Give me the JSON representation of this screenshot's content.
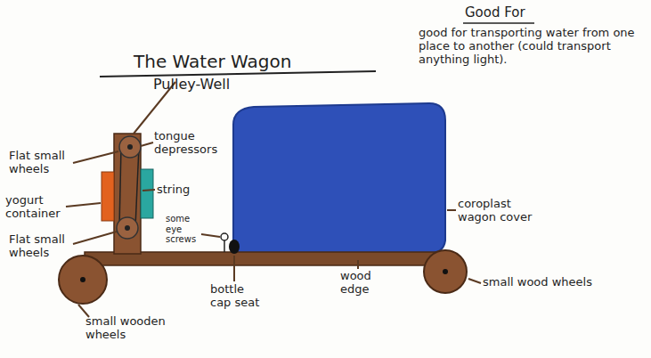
{
  "diagram": {
    "title": "The Water Wagon",
    "labels": [
      "Pulley-Well",
      "Good For",
      "good for transporting water from one place to another (could transport anything light).",
      "Flat small wheels",
      "tongue depressors",
      "string",
      "yogurt container",
      "Flat small wheels",
      "some eye screws",
      "bottle cap seat",
      "wood edge",
      "coroplast wagon cover",
      "small wood wheels",
      "small wooden wheels"
    ]
  }
}
